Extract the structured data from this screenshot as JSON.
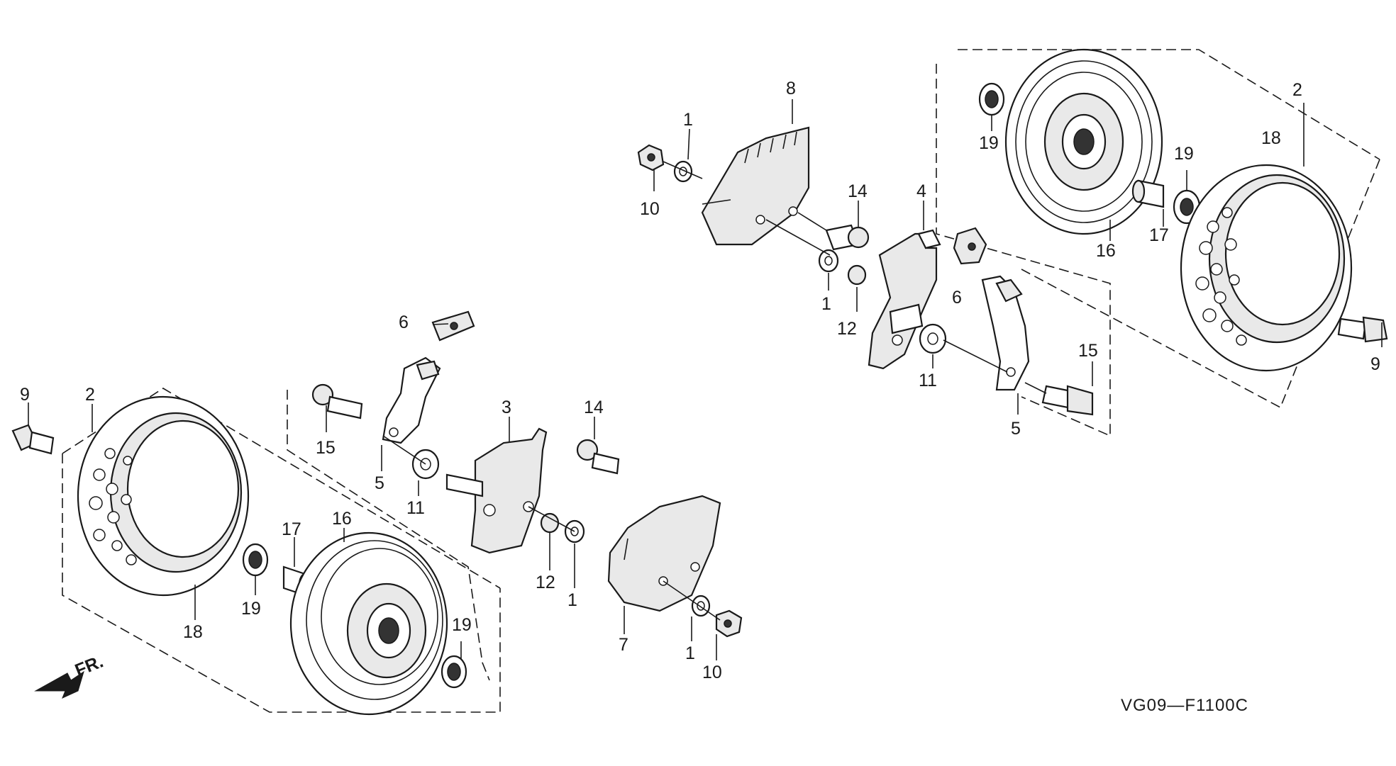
{
  "diagram_code": "VG09—F1100C",
  "front_indicator": "FR.",
  "callouts": [
    {
      "id": "c8",
      "text": "8"
    },
    {
      "id": "c1a",
      "text": "1"
    },
    {
      "id": "c10a",
      "text": "10"
    },
    {
      "id": "c14a",
      "text": "14"
    },
    {
      "id": "c4",
      "text": "4"
    },
    {
      "id": "c6a",
      "text": "6"
    },
    {
      "id": "c1b",
      "text": "1"
    },
    {
      "id": "c12a",
      "text": "12"
    },
    {
      "id": "c11a",
      "text": "11"
    },
    {
      "id": "c5a",
      "text": "5"
    },
    {
      "id": "c15a",
      "text": "15"
    },
    {
      "id": "c19a",
      "text": "19"
    },
    {
      "id": "c16a",
      "text": "16"
    },
    {
      "id": "c17a",
      "text": "17"
    },
    {
      "id": "c19b",
      "text": "19"
    },
    {
      "id": "c2a",
      "text": "2"
    },
    {
      "id": "c18a",
      "text": "18"
    },
    {
      "id": "c9a",
      "text": "9"
    },
    {
      "id": "c6b",
      "text": "6"
    },
    {
      "id": "c3",
      "text": "3"
    },
    {
      "id": "c14b",
      "text": "14"
    },
    {
      "id": "c15b",
      "text": "15"
    },
    {
      "id": "c5b",
      "text": "5"
    },
    {
      "id": "c11b",
      "text": "11"
    },
    {
      "id": "c9b",
      "text": "9"
    },
    {
      "id": "c2b",
      "text": "2"
    },
    {
      "id": "c12b",
      "text": "12"
    },
    {
      "id": "c1c",
      "text": "1"
    },
    {
      "id": "c17b",
      "text": "17"
    },
    {
      "id": "c16b",
      "text": "16"
    },
    {
      "id": "c19c",
      "text": "19"
    },
    {
      "id": "c18b",
      "text": "18"
    },
    {
      "id": "c7",
      "text": "7"
    },
    {
      "id": "c1d",
      "text": "1"
    },
    {
      "id": "c10b",
      "text": "10"
    },
    {
      "id": "c19d",
      "text": "19"
    }
  ]
}
